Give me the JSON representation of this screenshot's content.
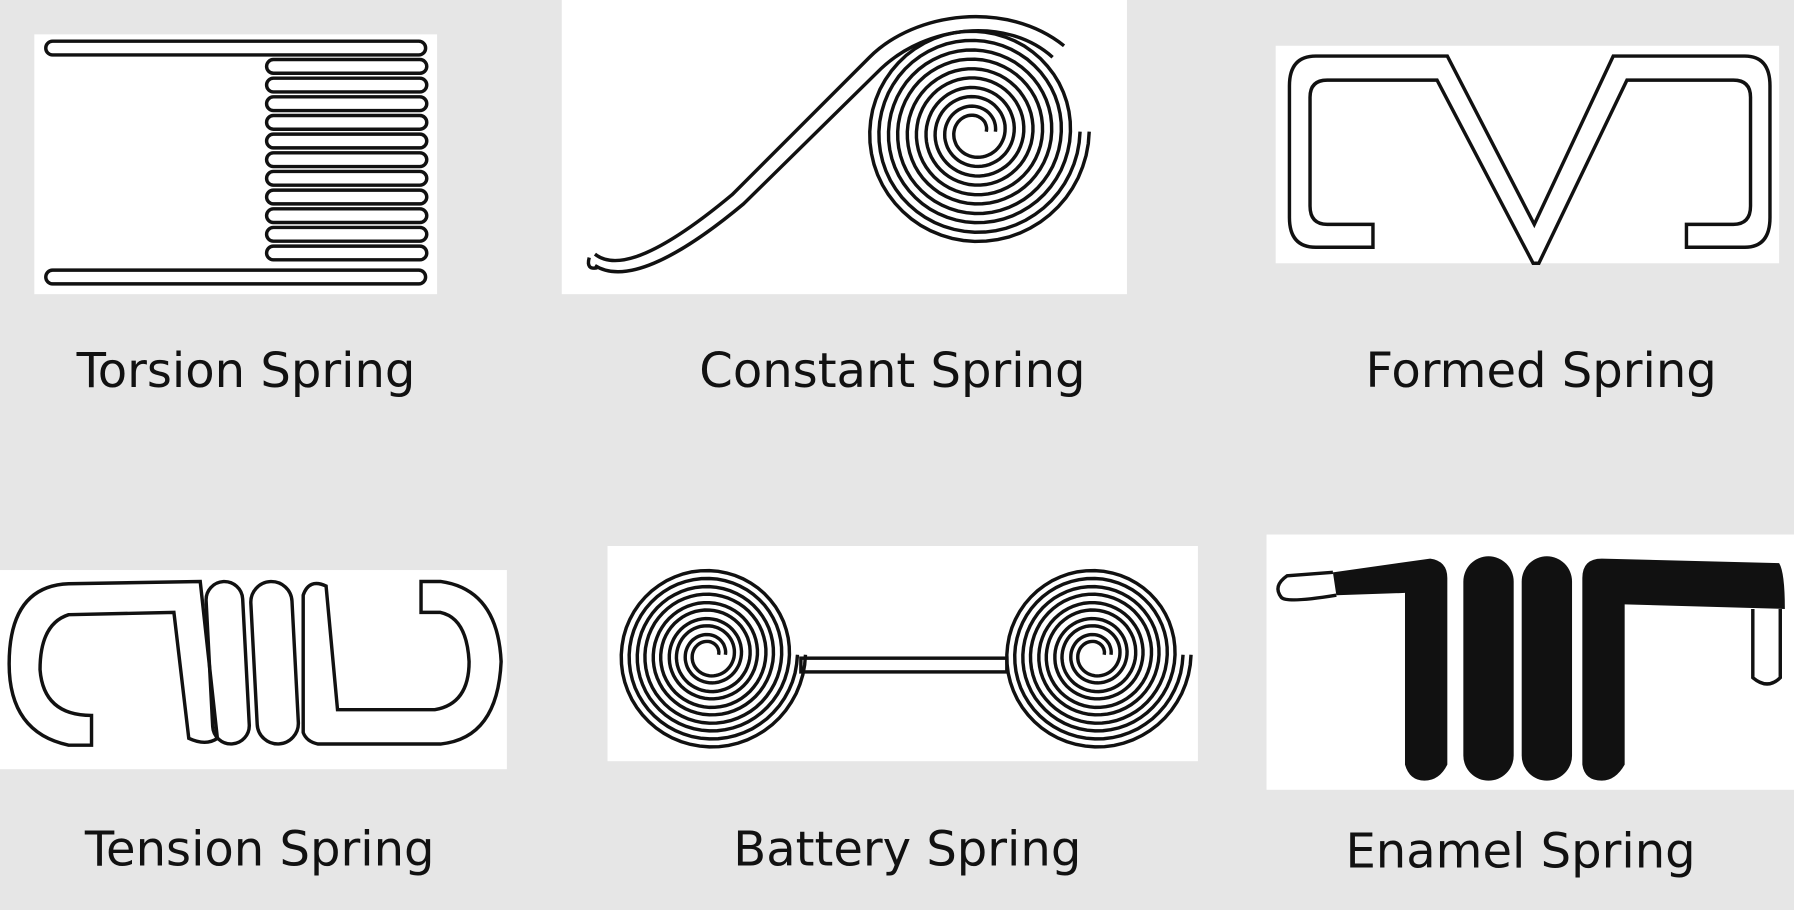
{
  "springs": [
    {
      "label": "Torsion Spring",
      "icon": "torsion-spring-icon"
    },
    {
      "label": "Constant Spring",
      "icon": "constant-spring-icon"
    },
    {
      "label": "Formed Spring",
      "icon": "formed-spring-icon"
    },
    {
      "label": "Tension Spring",
      "icon": "tension-spring-icon"
    },
    {
      "label": "Battery Spring",
      "icon": "battery-spring-icon"
    },
    {
      "label": "Enamel Spring",
      "icon": "enamel-spring-icon"
    }
  ],
  "colors": {
    "background": "#e6e6e6",
    "panel": "#ffffff",
    "ink": "#111111"
  }
}
